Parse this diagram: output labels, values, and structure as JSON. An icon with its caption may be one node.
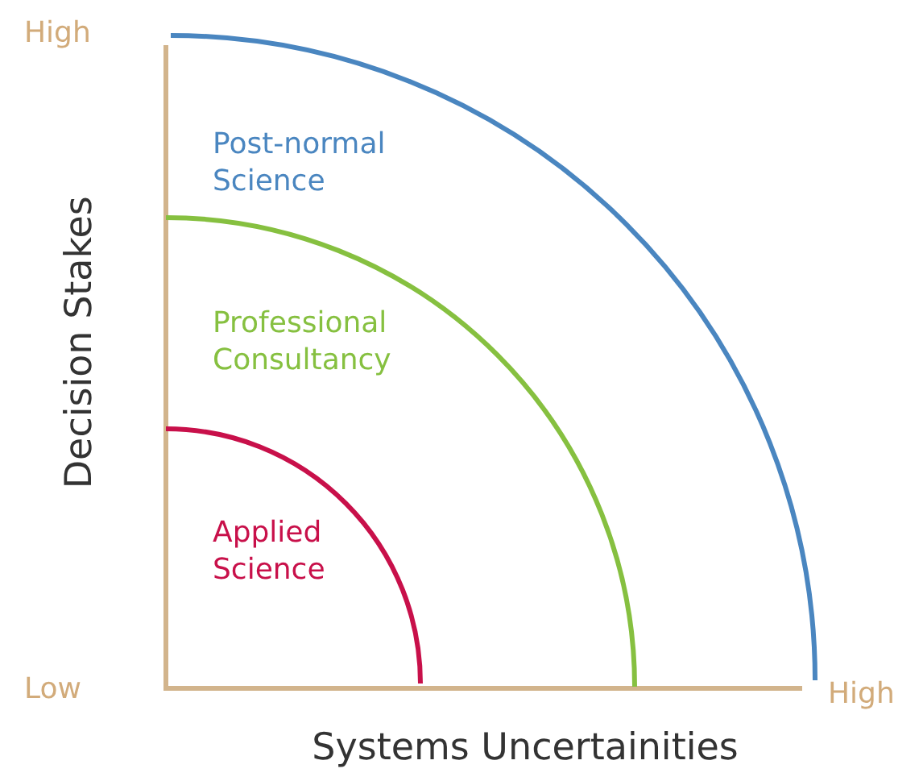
{
  "diagram": {
    "labels": [
      "High",
      "Post-normal Science",
      "Professional Consultancy",
      "Decision Stakes",
      "Applied Science",
      "Low",
      "High",
      "Systems Uncertainities"
    ]
  }
}
